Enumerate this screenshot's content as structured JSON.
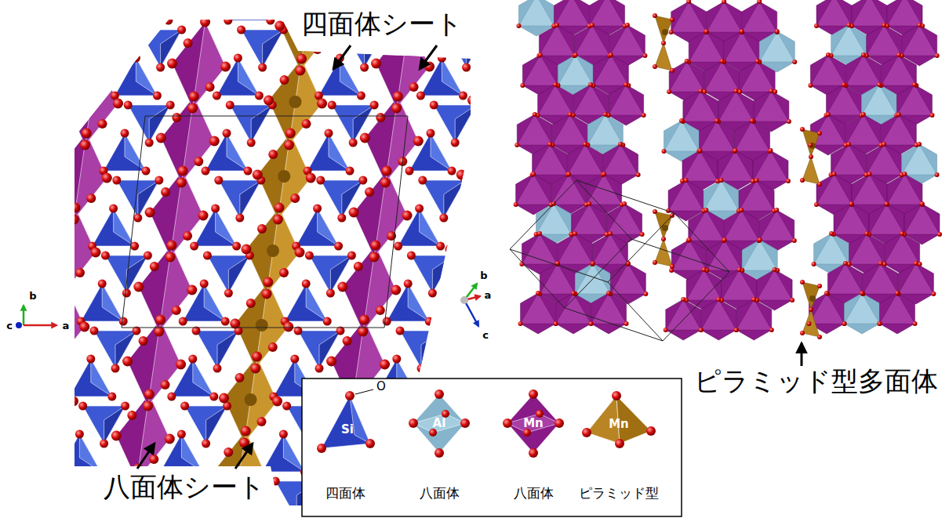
{
  "diagram": {
    "labels": [
      "四面体シート",
      "八面体シート",
      "ピラミッド型多面体",
      "O",
      "Si",
      "Al",
      "Mn",
      "Mn",
      "b",
      "c",
      "a",
      "b",
      "a",
      "c"
    ],
    "legend": [
      {
        "text": "四面体"
      },
      {
        "text": "八面体"
      },
      {
        "text": "八面体"
      },
      {
        "text": "ピラミッド型"
      }
    ]
  }
}
